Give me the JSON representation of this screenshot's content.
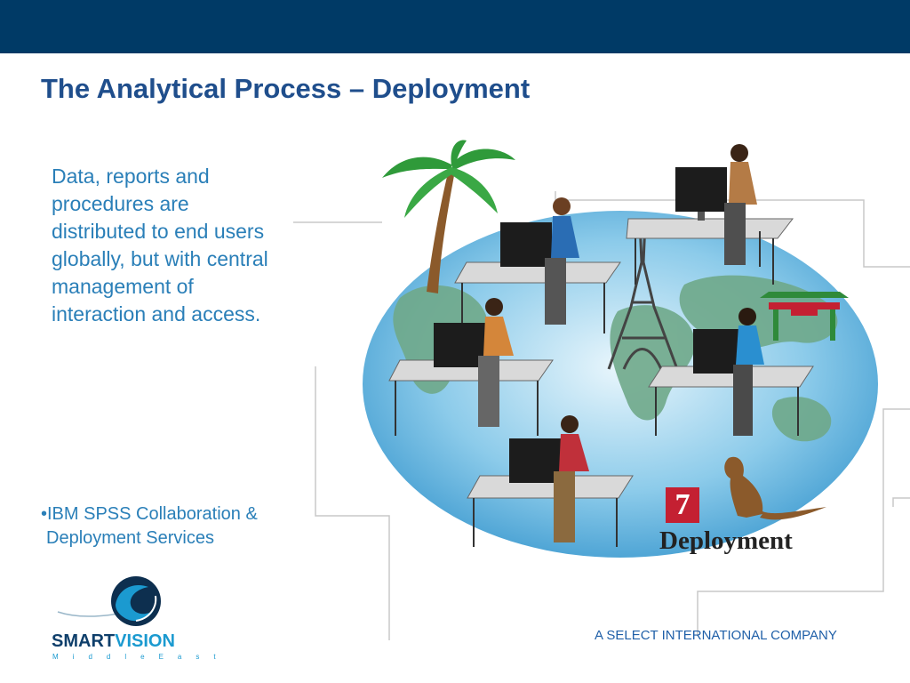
{
  "slide": {
    "title": "The Analytical Process – Deployment",
    "description_lines": [
      "Data, reports and",
      "procedures are",
      "distributed to end users",
      "globally, but with central",
      "management of",
      "interaction and access."
    ],
    "bullet_lines": [
      "•IBM SPSS Collaboration &",
      "Deployment Services"
    ],
    "footer_company": "A SELECT INTERNATIONAL COMPANY"
  },
  "illustration": {
    "step_number": "7",
    "step_label": "Deployment"
  },
  "logo": {
    "word_part1": "SMART",
    "word_part2": "VISION",
    "subtitle": "MiddleEast"
  },
  "colors": {
    "header_bar": "#003a66",
    "title": "#1f4e8c",
    "body_text": "#2a7fb8",
    "badge": "#c42032",
    "globe": "#5fb7e0"
  }
}
